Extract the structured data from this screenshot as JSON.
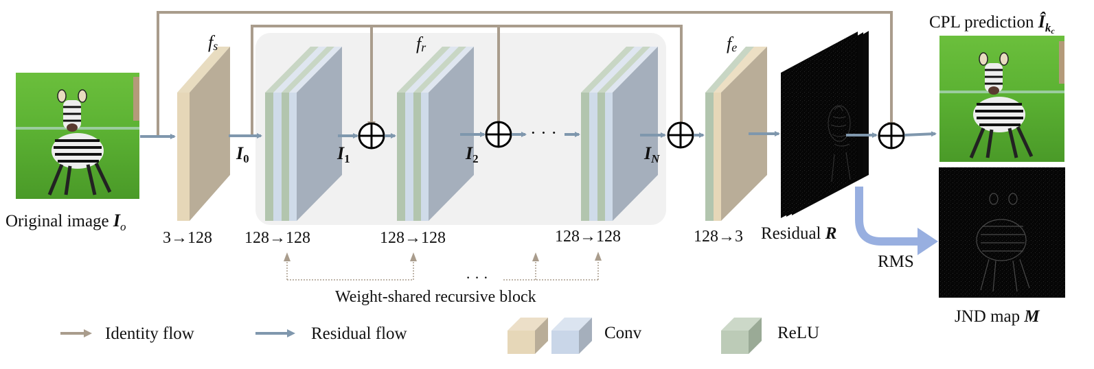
{
  "diagram": {
    "title": "Recursive residual network predicting CPL image and JND map",
    "input": {
      "label_prefix": "Original image ",
      "symbol": "I",
      "subscript": "o"
    },
    "modules": [
      {
        "id": "fs",
        "name": "f",
        "sub": "s",
        "channels": "3→128"
      },
      {
        "id": "fr1",
        "channels": "128→128"
      },
      {
        "id": "fr2",
        "name": "f",
        "sub": "r",
        "channels": "128→128"
      },
      {
        "id": "frN",
        "channels": "128→128"
      },
      {
        "id": "fe",
        "name": "f",
        "sub": "e",
        "channels": "128→3"
      }
    ],
    "features": [
      {
        "symbol": "I",
        "sub": "0"
      },
      {
        "symbol": "I",
        "sub": "1"
      },
      {
        "symbol": "I",
        "sub": "2"
      },
      {
        "symbol": "I",
        "sub": "N"
      }
    ],
    "ellipsis": "· · ·",
    "residual": {
      "label_prefix": "Residual ",
      "symbol": "R"
    },
    "rms_label": "RMS",
    "output_cpl": {
      "label_prefix": "CPL prediction ",
      "symbol": "Î",
      "sub": "k",
      "subsub": "c"
    },
    "output_jnd": {
      "label_prefix": "JND map ",
      "symbol": "M"
    },
    "shared_note": "Weight-shared recursive block",
    "shared_ellipsis": "· · ·",
    "legend": [
      {
        "label": "Identity flow",
        "kind": "arrow",
        "color": "#a99c8c"
      },
      {
        "label": "Residual flow",
        "kind": "arrow",
        "color": "#7f97ad"
      },
      {
        "label": "Conv",
        "kind": "cube",
        "colors": [
          "#e6d7b8",
          "#c9d6e8"
        ]
      },
      {
        "label": "ReLU",
        "kind": "cube",
        "colors": [
          "#bccbb7"
        ]
      }
    ],
    "colors": {
      "identity": "#a99c8c",
      "residual": "#7f97ad",
      "rms_arrow": "#98afe0",
      "panel": "#f1f1f1",
      "conv_beige": "#e6d7b8",
      "conv_beige_side": "#b9ad98",
      "conv_blue": "#cfdbe9",
      "conv_blue_side": "#a5afbc",
      "relu_green": "#b2c5ae",
      "relu_green_side": "#9aaa96"
    }
  }
}
